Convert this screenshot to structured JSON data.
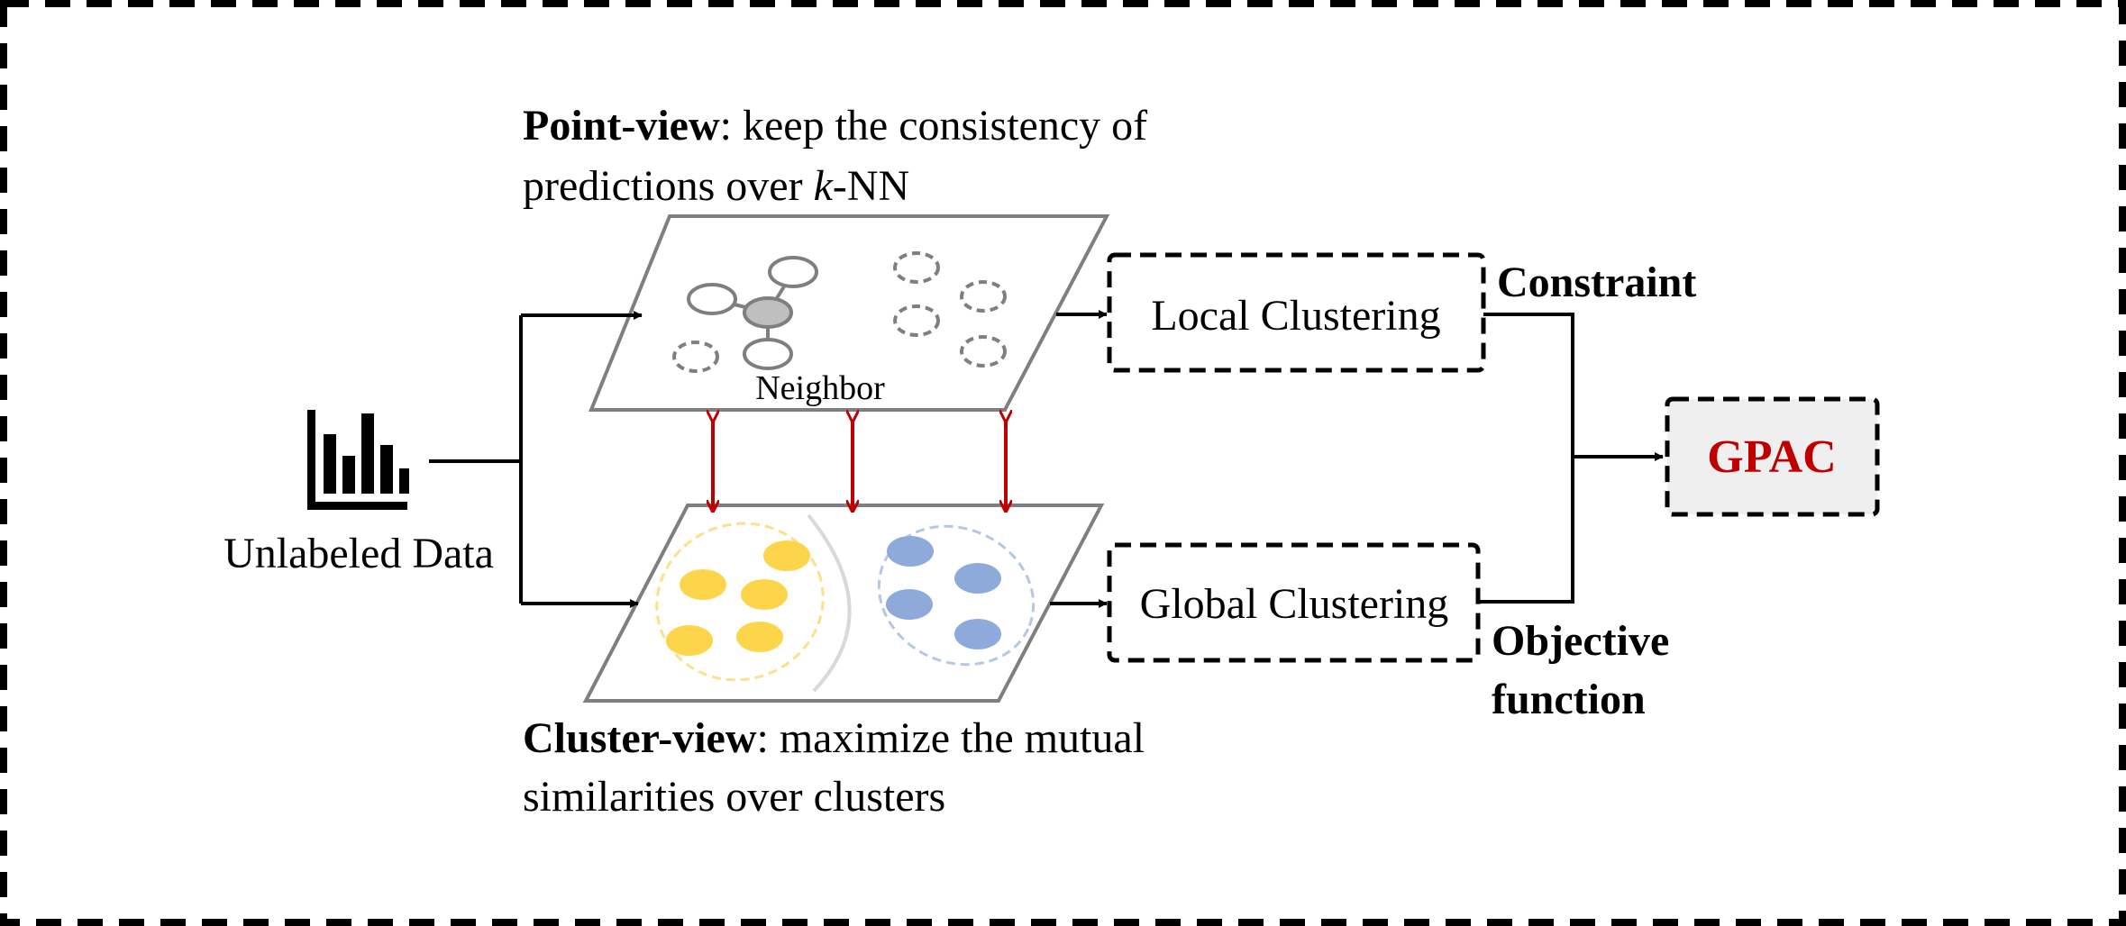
{
  "point_view": {
    "title_bold": "Point-view",
    "desc_line1": ": keep the consistency of",
    "desc_line2_pre": "predictions over ",
    "desc_line2_k": "k",
    "desc_line2_post": "-NN",
    "neighbor_label": "Neighbor"
  },
  "cluster_view": {
    "title_bold": "Cluster-view",
    "desc_line1": ": maximize the mutual",
    "desc_line2": "similarities over clusters"
  },
  "input": {
    "label": "Unlabeled Data",
    "icon": "bar-chart-icon"
  },
  "boxes": {
    "local": "Local Clustering",
    "global": "Global Clustering",
    "output": "GPAC"
  },
  "edge_labels": {
    "constraint": "Constraint",
    "objective_line1": "Objective",
    "objective_line2": "function"
  },
  "colors": {
    "arrow_black": "#000000",
    "link_red": "#c00000",
    "gpac_text": "#c00000",
    "gpac_fill": "#efefef",
    "yellow_cluster": "#fdd54a",
    "blue_cluster": "#8eaadb",
    "plane_border": "#7f7f7f",
    "node_gray": "#bfbfbf"
  }
}
